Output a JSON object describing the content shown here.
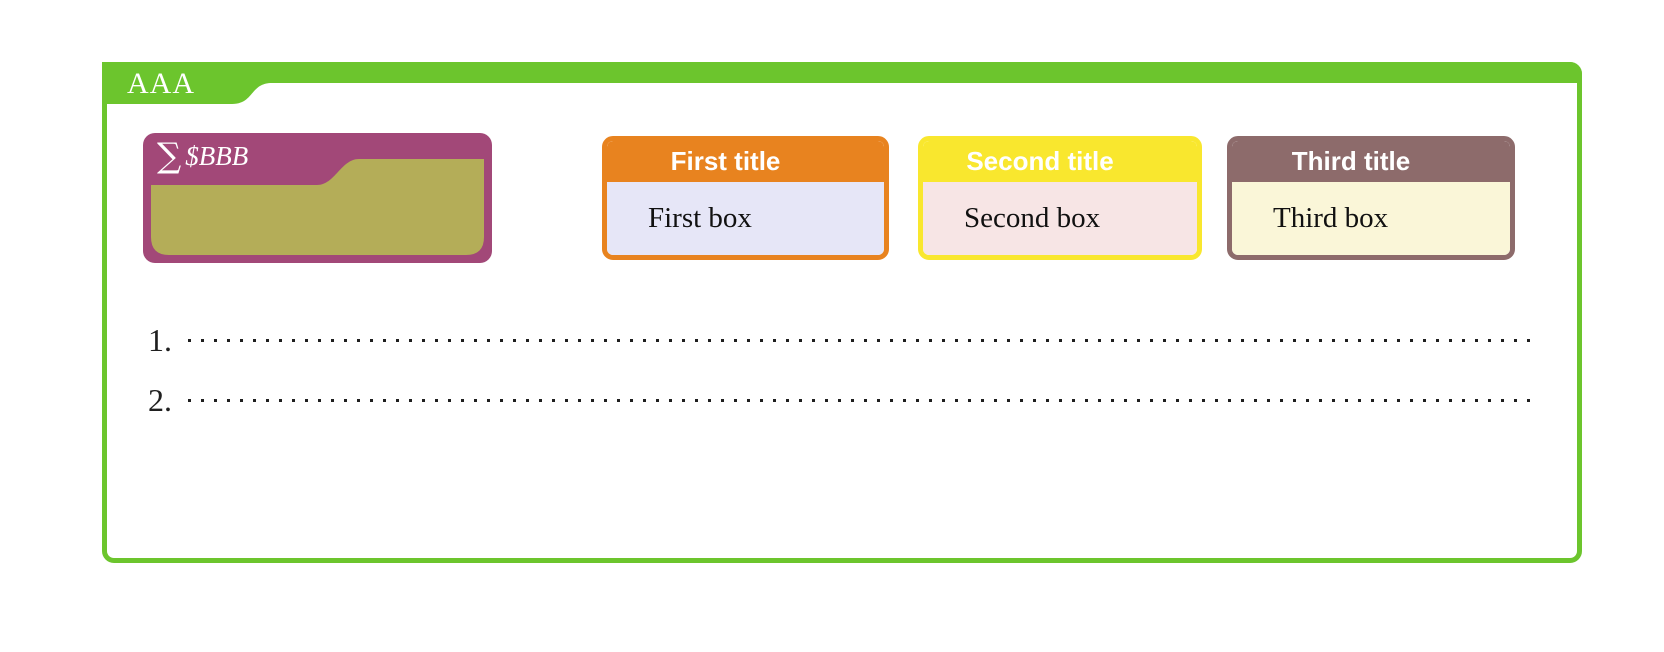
{
  "frame": {
    "title": "AAA",
    "accent": "#6cc52d"
  },
  "folder_box": {
    "sum_symbol": "∑",
    "title": "$BBB",
    "tab_color": "#a24878",
    "body_color": "#b4ad58"
  },
  "info_boxes": [
    {
      "title": "First title",
      "body": "First box",
      "accent": "#e8831f",
      "body_bg": "#e6e6f7"
    },
    {
      "title": "Second title",
      "body": "Second box",
      "accent": "#f9e72e",
      "body_bg": "#f7e5e5"
    },
    {
      "title": "Third title",
      "body": "Third box",
      "accent": "#8d6b6b",
      "body_bg": "#faf6d8"
    }
  ],
  "list": {
    "items": [
      {
        "number": "1."
      },
      {
        "number": "2."
      }
    ]
  }
}
